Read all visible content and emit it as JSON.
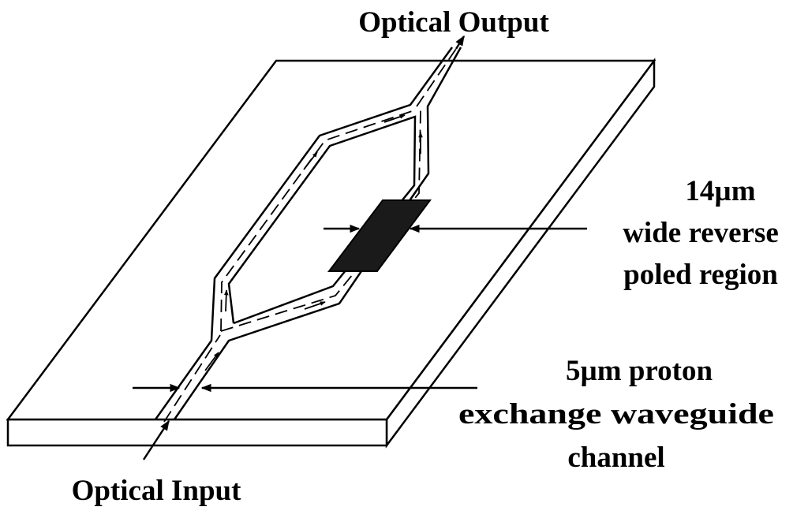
{
  "labels": {
    "output": "Optical Output",
    "input": "Optical Input",
    "region_line1": "14µm",
    "region_line2": "wide reverse",
    "region_line3": "poled region",
    "channel_line1": "5µm proton",
    "channel_line2": "exchange waveguide",
    "channel_line3": "channel"
  },
  "colors": {
    "line": "#000000",
    "background": "#ffffff",
    "poled_region": "#1a1a1a"
  }
}
